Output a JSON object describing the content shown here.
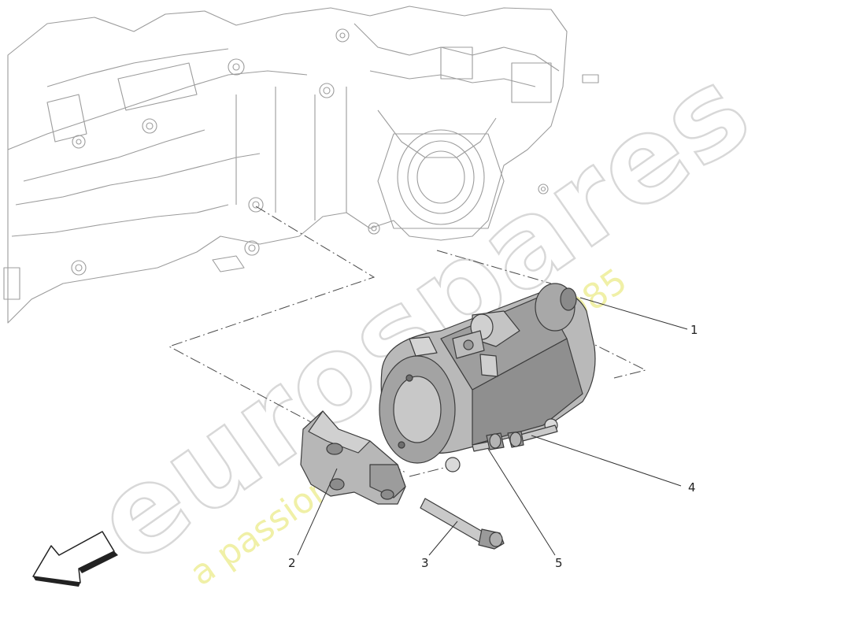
{
  "diagram": {
    "callouts": [
      {
        "id": "1",
        "label": "1"
      },
      {
        "id": "2",
        "label": "2"
      },
      {
        "id": "3",
        "label": "3"
      },
      {
        "id": "4",
        "label": "4"
      },
      {
        "id": "5",
        "label": "5"
      }
    ]
  },
  "watermark": {
    "brand": "eurospares",
    "tagline": "a passion for parts since 1985"
  },
  "colors": {
    "line": "#5a5a5a",
    "engine_line": "#9a9a9a",
    "part_fill": "#bdbdbd",
    "part_dark": "#8a8a8a",
    "watermark_text": "#ecec8a"
  }
}
